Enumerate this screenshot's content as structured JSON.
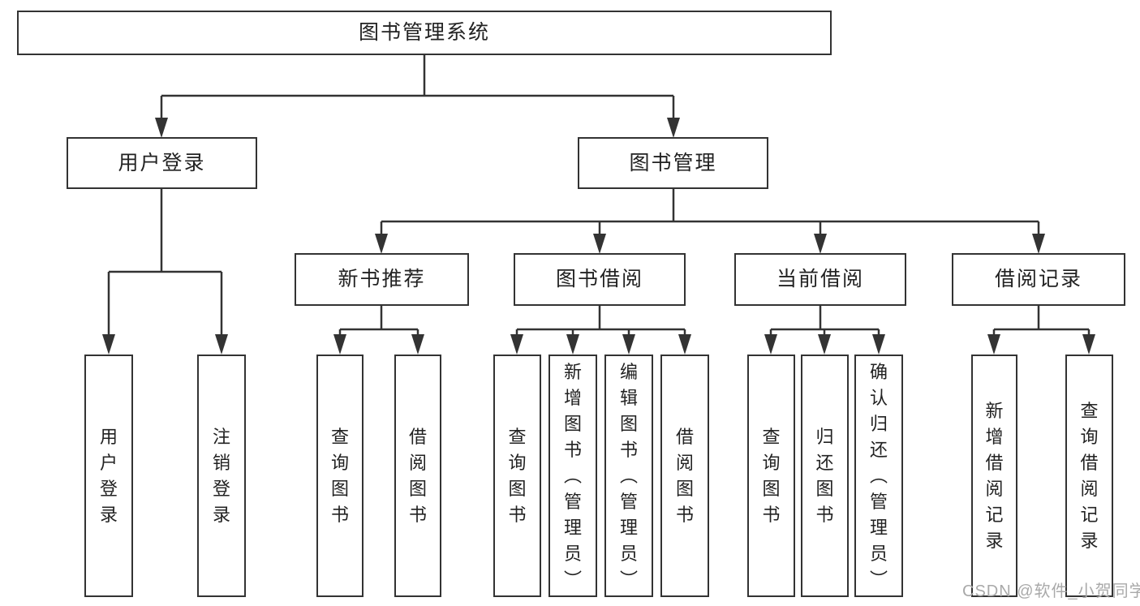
{
  "tree": {
    "root": "图书管理系统",
    "children": [
      {
        "label": "用户登录",
        "children": [
          {
            "label": "用户登录"
          },
          {
            "label": "注销登录"
          }
        ]
      },
      {
        "label": "图书管理",
        "children": [
          {
            "label": "新书推荐",
            "children": [
              {
                "label": "查询图书"
              },
              {
                "label": "借阅图书"
              }
            ]
          },
          {
            "label": "图书借阅",
            "children": [
              {
                "label": "查询图书"
              },
              {
                "label": "新增图书（管理员）"
              },
              {
                "label": "编辑图书（管理员）"
              },
              {
                "label": "借阅图书"
              }
            ]
          },
          {
            "label": "当前借阅",
            "children": [
              {
                "label": "查询图书"
              },
              {
                "label": "归还图书"
              },
              {
                "label": "确认归还（管理员）"
              }
            ]
          },
          {
            "label": "借阅记录",
            "children": [
              {
                "label": "新增借阅记录"
              },
              {
                "label": "查询借阅记录"
              }
            ]
          }
        ]
      }
    ]
  },
  "watermark": {
    "text": "CSDN @软件_小贺同学"
  },
  "colors": {
    "line": "#333333",
    "box_border": "#333333",
    "text": "#222222",
    "background": "#ffffff",
    "watermark": "#a9a9a9"
  }
}
